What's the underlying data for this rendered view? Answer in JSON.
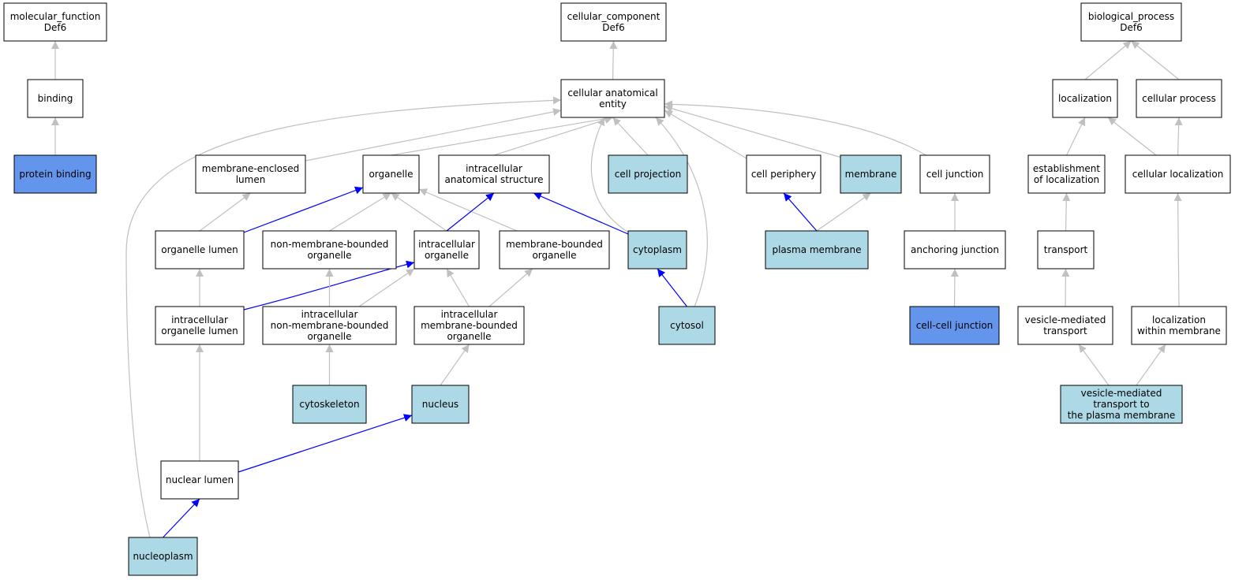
{
  "colors": {
    "plain": "#ffffff",
    "light": "#add8e6",
    "strong": "#6495ed",
    "edge_gray": "#c0c0c0",
    "edge_blue": "#0000ff"
  },
  "nodes": [
    {
      "id": "mf",
      "lines": [
        "molecular_function",
        "Def6"
      ],
      "fill": "plain"
    },
    {
      "id": "binding",
      "lines": [
        "binding"
      ],
      "fill": "plain"
    },
    {
      "id": "protein_binding",
      "lines": [
        "protein binding"
      ],
      "fill": "strong"
    },
    {
      "id": "cc",
      "lines": [
        "cellular_component",
        "Def6"
      ],
      "fill": "plain"
    },
    {
      "id": "cae",
      "lines": [
        "cellular anatomical",
        "entity"
      ],
      "fill": "plain"
    },
    {
      "id": "mel",
      "lines": [
        "membrane-enclosed",
        "lumen"
      ],
      "fill": "plain"
    },
    {
      "id": "organelle",
      "lines": [
        "organelle"
      ],
      "fill": "plain"
    },
    {
      "id": "ias",
      "lines": [
        "intracellular",
        "anatomical structure"
      ],
      "fill": "plain"
    },
    {
      "id": "cell_projection",
      "lines": [
        "cell projection"
      ],
      "fill": "light"
    },
    {
      "id": "cell_periphery",
      "lines": [
        "cell periphery"
      ],
      "fill": "plain"
    },
    {
      "id": "membrane",
      "lines": [
        "membrane"
      ],
      "fill": "light"
    },
    {
      "id": "cell_junction",
      "lines": [
        "cell junction"
      ],
      "fill": "plain"
    },
    {
      "id": "organelle_lumen",
      "lines": [
        "organelle lumen"
      ],
      "fill": "plain"
    },
    {
      "id": "nmbo",
      "lines": [
        "non-membrane-bounded",
        "organelle"
      ],
      "fill": "plain"
    },
    {
      "id": "io",
      "lines": [
        "intracellular",
        "organelle"
      ],
      "fill": "plain"
    },
    {
      "id": "mbo",
      "lines": [
        "membrane-bounded",
        "organelle"
      ],
      "fill": "plain"
    },
    {
      "id": "cytoplasm",
      "lines": [
        "cytoplasm"
      ],
      "fill": "light"
    },
    {
      "id": "plasma_membrane",
      "lines": [
        "plasma membrane"
      ],
      "fill": "light"
    },
    {
      "id": "anchoring_junction",
      "lines": [
        "anchoring junction"
      ],
      "fill": "plain"
    },
    {
      "id": "iol",
      "lines": [
        "intracellular",
        "organelle lumen"
      ],
      "fill": "plain"
    },
    {
      "id": "inmbo",
      "lines": [
        "intracellular",
        "non-membrane-bounded",
        "organelle"
      ],
      "fill": "plain"
    },
    {
      "id": "imbo",
      "lines": [
        "intracellular",
        "membrane-bounded",
        "organelle"
      ],
      "fill": "plain"
    },
    {
      "id": "cytosol",
      "lines": [
        "cytosol"
      ],
      "fill": "light"
    },
    {
      "id": "ccj",
      "lines": [
        "cell-cell junction"
      ],
      "fill": "strong"
    },
    {
      "id": "cytoskeleton",
      "lines": [
        "cytoskeleton"
      ],
      "fill": "light"
    },
    {
      "id": "nucleus",
      "lines": [
        "nucleus"
      ],
      "fill": "light"
    },
    {
      "id": "nuclear_lumen",
      "lines": [
        "nuclear lumen"
      ],
      "fill": "plain"
    },
    {
      "id": "nucleoplasm",
      "lines": [
        "nucleoplasm"
      ],
      "fill": "light"
    },
    {
      "id": "bp",
      "lines": [
        "biological_process",
        "Def6"
      ],
      "fill": "plain"
    },
    {
      "id": "localization",
      "lines": [
        "localization"
      ],
      "fill": "plain"
    },
    {
      "id": "cellular_process",
      "lines": [
        "cellular process"
      ],
      "fill": "plain"
    },
    {
      "id": "eol",
      "lines": [
        "establishment",
        "of localization"
      ],
      "fill": "plain"
    },
    {
      "id": "cellular_localization",
      "lines": [
        "cellular localization"
      ],
      "fill": "plain"
    },
    {
      "id": "transport",
      "lines": [
        "transport"
      ],
      "fill": "plain"
    },
    {
      "id": "vmt",
      "lines": [
        "vesicle-mediated",
        "transport"
      ],
      "fill": "plain"
    },
    {
      "id": "lwm",
      "lines": [
        "localization",
        "within membrane"
      ],
      "fill": "plain"
    },
    {
      "id": "vmtpm",
      "lines": [
        "vesicle-mediated",
        "transport to",
        "the plasma membrane"
      ],
      "fill": "light"
    }
  ],
  "edges": [
    {
      "from": "binding",
      "to": "mf",
      "color": "gray"
    },
    {
      "from": "protein_binding",
      "to": "binding",
      "color": "gray"
    },
    {
      "from": "cae",
      "to": "cc",
      "color": "gray"
    },
    {
      "from": "mel",
      "to": "cae",
      "color": "gray"
    },
    {
      "from": "organelle",
      "to": "cae",
      "color": "gray"
    },
    {
      "from": "ias",
      "to": "cae",
      "color": "gray"
    },
    {
      "from": "cell_projection",
      "to": "cae",
      "color": "gray"
    },
    {
      "from": "cell_periphery",
      "to": "cae",
      "color": "gray"
    },
    {
      "from": "membrane",
      "to": "cae",
      "color": "gray"
    },
    {
      "from": "cell_junction",
      "to": "cae",
      "color": "gray"
    },
    {
      "from": "cytoplasm",
      "to": "cae",
      "color": "gray"
    },
    {
      "from": "cytosol",
      "to": "cae",
      "color": "gray"
    },
    {
      "from": "nucleoplasm",
      "to": "cae",
      "color": "gray"
    },
    {
      "from": "organelle_lumen",
      "to": "mel",
      "color": "gray"
    },
    {
      "from": "organelle_lumen",
      "to": "organelle",
      "color": "blue"
    },
    {
      "from": "nmbo",
      "to": "organelle",
      "color": "gray"
    },
    {
      "from": "io",
      "to": "organelle",
      "color": "gray"
    },
    {
      "from": "mbo",
      "to": "organelle",
      "color": "gray"
    },
    {
      "from": "io",
      "to": "ias",
      "color": "blue"
    },
    {
      "from": "cytoplasm",
      "to": "ias",
      "color": "blue"
    },
    {
      "from": "plasma_membrane",
      "to": "cell_periphery",
      "color": "blue"
    },
    {
      "from": "plasma_membrane",
      "to": "membrane",
      "color": "gray"
    },
    {
      "from": "anchoring_junction",
      "to": "cell_junction",
      "color": "gray"
    },
    {
      "from": "iol",
      "to": "organelle_lumen",
      "color": "gray"
    },
    {
      "from": "iol",
      "to": "io",
      "color": "blue"
    },
    {
      "from": "inmbo",
      "to": "nmbo",
      "color": "gray"
    },
    {
      "from": "inmbo",
      "to": "io",
      "color": "gray"
    },
    {
      "from": "imbo",
      "to": "io",
      "color": "gray"
    },
    {
      "from": "imbo",
      "to": "mbo",
      "color": "gray"
    },
    {
      "from": "cytosol",
      "to": "cytoplasm",
      "color": "blue"
    },
    {
      "from": "ccj",
      "to": "anchoring_junction",
      "color": "gray"
    },
    {
      "from": "cytoskeleton",
      "to": "inmbo",
      "color": "gray"
    },
    {
      "from": "nucleus",
      "to": "imbo",
      "color": "gray"
    },
    {
      "from": "nuclear_lumen",
      "to": "iol",
      "color": "gray"
    },
    {
      "from": "nuclear_lumen",
      "to": "nucleus",
      "color": "blue"
    },
    {
      "from": "nucleoplasm",
      "to": "nuclear_lumen",
      "color": "blue"
    },
    {
      "from": "localization",
      "to": "bp",
      "color": "gray"
    },
    {
      "from": "cellular_process",
      "to": "bp",
      "color": "gray"
    },
    {
      "from": "eol",
      "to": "localization",
      "color": "gray"
    },
    {
      "from": "cellular_localization",
      "to": "localization",
      "color": "gray"
    },
    {
      "from": "cellular_localization",
      "to": "cellular_process",
      "color": "gray"
    },
    {
      "from": "transport",
      "to": "eol",
      "color": "gray"
    },
    {
      "from": "vmt",
      "to": "transport",
      "color": "gray"
    },
    {
      "from": "lwm",
      "to": "cellular_localization",
      "color": "gray"
    },
    {
      "from": "vmtpm",
      "to": "vmt",
      "color": "gray"
    },
    {
      "from": "vmtpm",
      "to": "lwm",
      "color": "gray"
    }
  ]
}
